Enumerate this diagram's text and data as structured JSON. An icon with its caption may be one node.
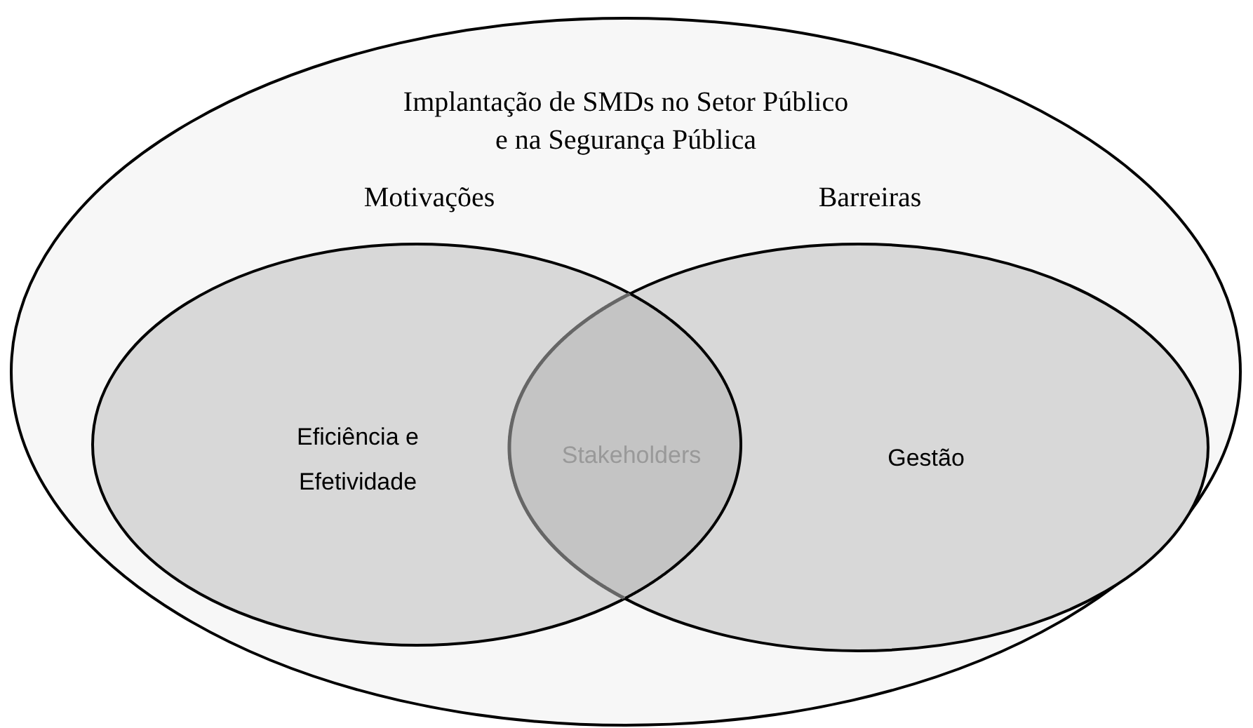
{
  "diagram": {
    "nodes": [
      {
        "text": [
          "Implantação de SMDs no Setor Público e na Segurança Pública"
        ]
      },
      {
        "text": [
          "Motivações",
          "Eficiência e Efetividade"
        ],
        "in": 0
      },
      {
        "text": [
          "Barreiras",
          "Gestão"
        ],
        "in": 0
      },
      {
        "text": [
          "Stakeholders"
        ]
      }
    ]
  }
}
